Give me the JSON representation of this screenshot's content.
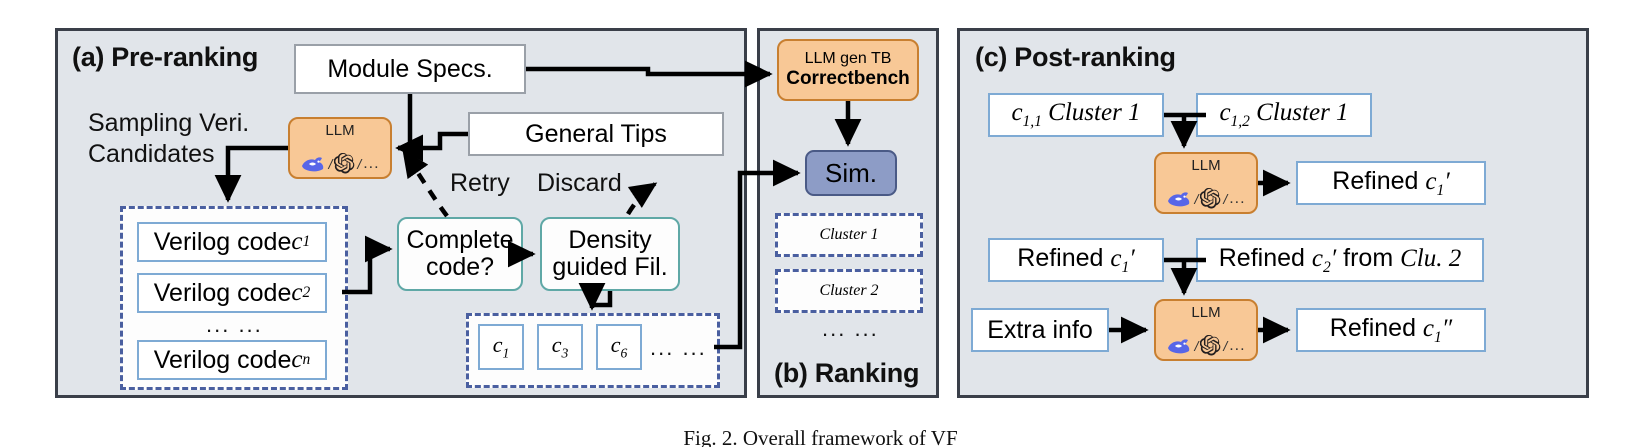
{
  "figure": {
    "caption": "Fig. 2.  Overall framework of VF",
    "colors": {
      "panel_bg": "#e1e5ea",
      "panel_border": "#3a3f49",
      "llm_orange": "#f8c896",
      "llm_orange_border": "#c87f30",
      "sim_purple": "#8d9cc6",
      "box_blue_border": "#7eaad4",
      "box_teal_border": "#5fa8a6",
      "dashed_blue": "#4a5fa0",
      "arrow_black": "#000000"
    }
  },
  "panel_a": {
    "title": "(a) Pre-ranking",
    "module_specs": "Module Specs.",
    "general_tips": "General Tips",
    "sampling_label_line1": "Sampling Veri.",
    "sampling_label_line2": "Candidates",
    "llm": {
      "caption": "LLM",
      "separator": "/",
      "ellipsis": "..."
    },
    "candidates": {
      "items": [
        "Verilog code c1",
        "Verilog code c2",
        "Verilog code cn"
      ],
      "ellipsis": "... ..."
    },
    "complete_code": {
      "line1": "Complete",
      "line2": "code?"
    },
    "density_filter": {
      "line1": "Density",
      "line2": "guided Fil."
    },
    "retry_label": "Retry",
    "discard_label": "Discard",
    "survivors": {
      "items": [
        "c1",
        "c3",
        "c6"
      ],
      "ellipsis": "... ..."
    }
  },
  "panel_b": {
    "title": "(b) Ranking",
    "testbench": {
      "line1": "LLM gen TB",
      "line2": "Correctbench"
    },
    "sim": "Sim.",
    "clusters": [
      "Cluster 1",
      "Cluster 2"
    ],
    "cluster_ellipsis": "... ..."
  },
  "panel_c": {
    "title": "(c) Post-ranking",
    "row1": {
      "left": "c1,1 Cluster 1",
      "right": "c1,2 Cluster 1",
      "output": "Refined c1′"
    },
    "row2": {
      "left": "Refined c1′",
      "right": "Refined c2′ from Clu. 2"
    },
    "row3": {
      "left": "Extra info",
      "output": "Refined c1″"
    },
    "llm": {
      "caption": "LLM",
      "separator": "/",
      "ellipsis": "..."
    }
  }
}
